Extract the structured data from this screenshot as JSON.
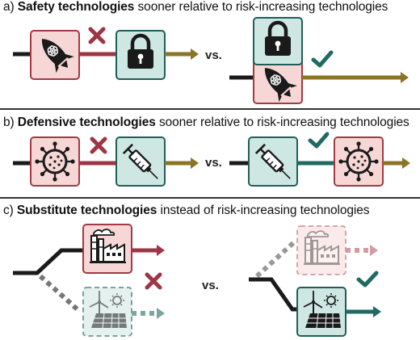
{
  "panels": [
    {
      "prefix": "a) ",
      "highlight": "Safety technologies",
      "rest": " sooner relative to risk-increasing technologies",
      "vs_label": "vs."
    },
    {
      "prefix": "b) ",
      "highlight": "Defensive technologies",
      "rest": " sooner relative to risk-increasing technologies",
      "vs_label": "vs."
    },
    {
      "prefix": "c) ",
      "highlight": "Substitute technologies",
      "rest": " instead of risk-increasing technologies",
      "vs_label": "vs."
    }
  ],
  "colors": {
    "risk_fill": "#f7d6d6",
    "risk_border": "#a13a45",
    "safe_fill": "#cfe7e3",
    "safe_border": "#1f5f57",
    "gold": "#8a7425",
    "crimson": "#9e3545",
    "teal": "#1f6b63",
    "dark": "#1a1a1a"
  },
  "icons": [
    "rocket-icon",
    "lock-icon",
    "virus-icon",
    "syringe-icon",
    "factory-icon",
    "solar-wind-icon",
    "cross-mark-icon",
    "check-mark-icon"
  ]
}
